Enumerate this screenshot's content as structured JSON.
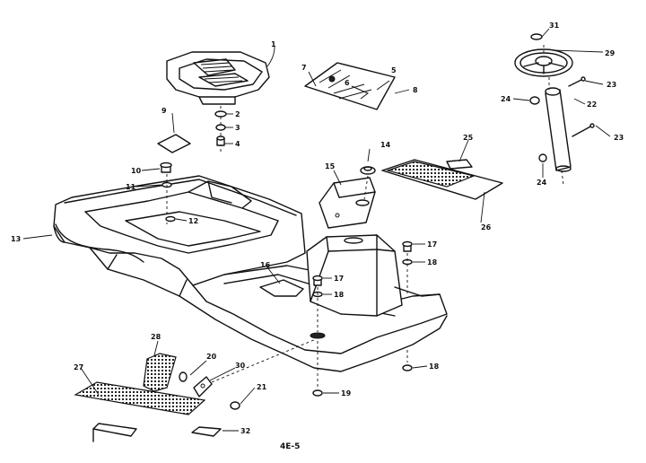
{
  "callouts": {
    "c1": "1",
    "c2": "2",
    "c3": "3",
    "c4": "4",
    "c5": "5",
    "c6": "6",
    "c7": "7",
    "c8": "8",
    "c9": "9",
    "c10": "10",
    "c11": "11",
    "c12": "12",
    "c13": "13",
    "c14": "14",
    "c15": "15",
    "c16": "16",
    "c17a": "17",
    "c17b": "17",
    "c18a": "18",
    "c18b": "18",
    "c18c": "18",
    "c19": "19",
    "c20": "20",
    "c21": "21",
    "c22": "22",
    "c23a": "23",
    "c23b": "23",
    "c24a": "24",
    "c24b": "24",
    "c25": "25",
    "c26": "26",
    "c27": "27",
    "c28": "28",
    "c29": "29",
    "c30": "30",
    "c31": "31",
    "c32": "32"
  },
  "figure_label": "4E-5"
}
